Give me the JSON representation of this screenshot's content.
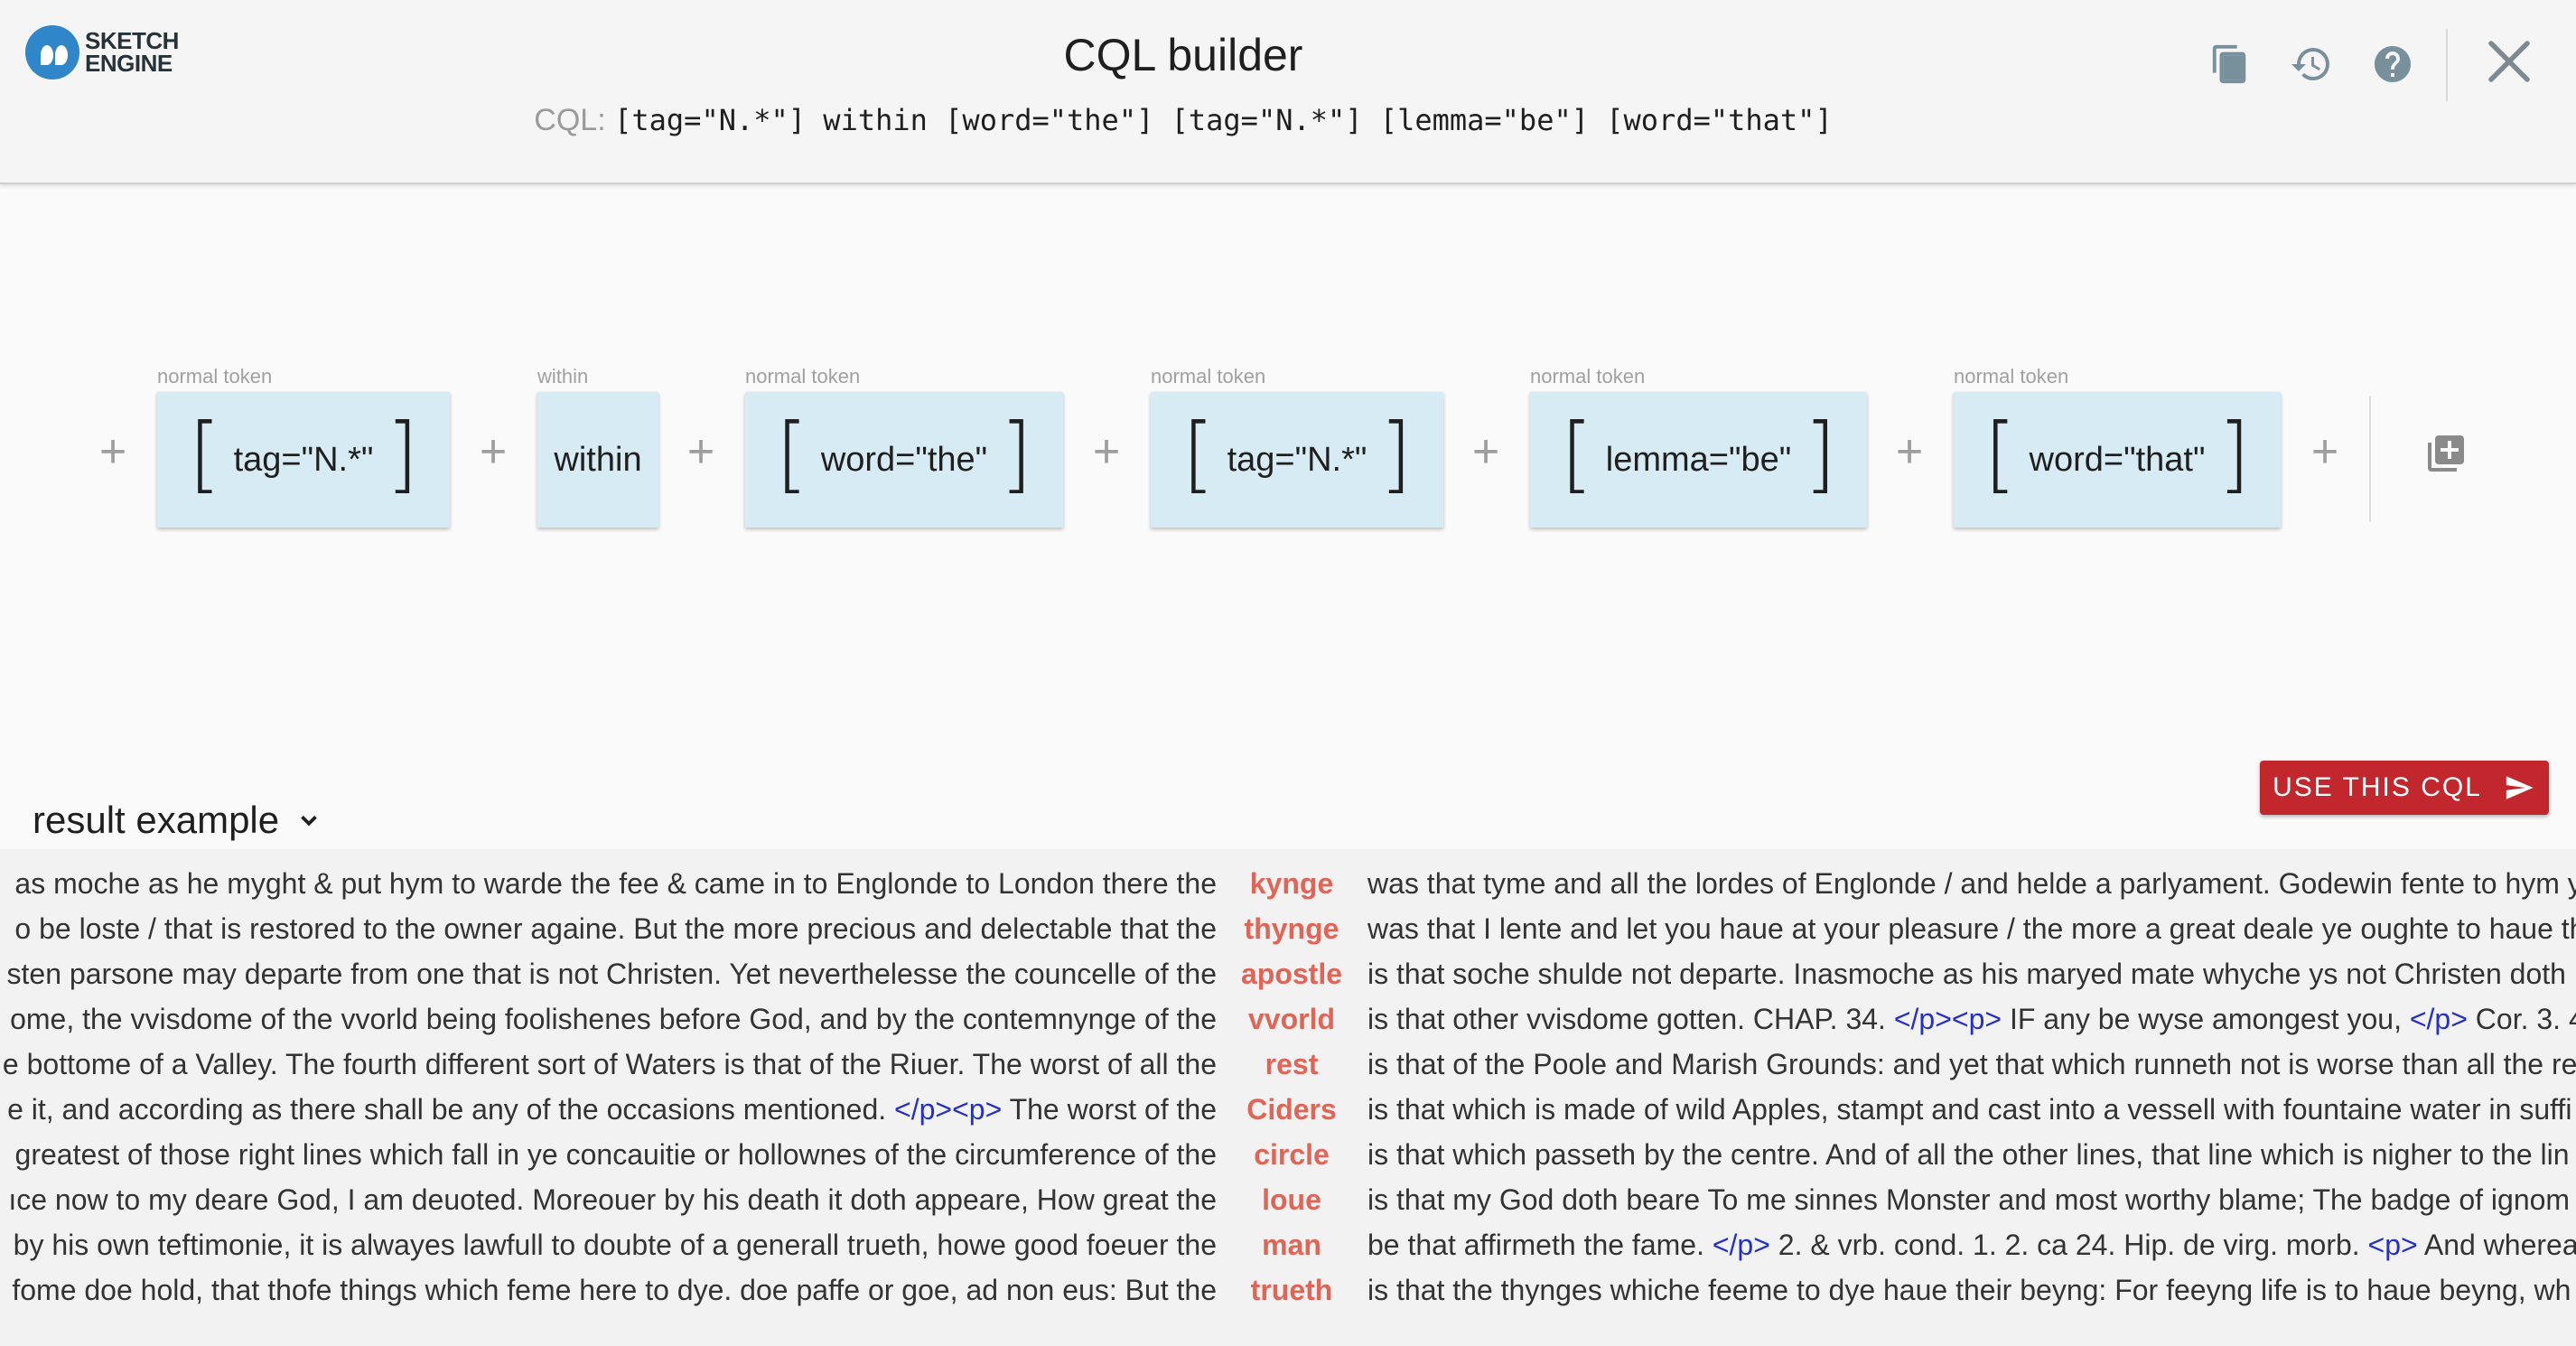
{
  "header": {
    "logo": [
      "SKETCH",
      "ENGINE"
    ],
    "title": "CQL builder",
    "cql_label": "CQL:",
    "cql_value": "[tag=\"N.*\"] within [word=\"the\"] [tag=\"N.*\"] [lemma=\"be\"] [word=\"that\"]",
    "icons": [
      "copy-icon",
      "history-icon",
      "help-icon",
      "close-icon"
    ]
  },
  "builder": {
    "plus_symbol": "+",
    "tokens": [
      {
        "type": "normal token",
        "value": "tag=\"N.*\"",
        "bracketed": true
      },
      {
        "type": "within",
        "value": "within",
        "bracketed": false
      },
      {
        "type": "normal token",
        "value": "word=\"the\"",
        "bracketed": true
      },
      {
        "type": "normal token",
        "value": "tag=\"N.*\"",
        "bracketed": true
      },
      {
        "type": "normal token",
        "value": "lemma=\"be\"",
        "bracketed": true
      },
      {
        "type": "normal token",
        "value": "word=\"that\"",
        "bracketed": true
      }
    ],
    "bracket_open": "[",
    "bracket_close": "]"
  },
  "result": {
    "title": "result example",
    "use_button": "USE THIS CQL",
    "rows": [
      {
        "left": " as moche as he myght & put hym to warde the fee & came in to Englonde to London there the",
        "kwic": "kynge",
        "right": "was that tyme and all the lordes of Englonde / and helde a parlyament. Godewin fente to hym y"
      },
      {
        "left": "o be loste / that is restored to the owner againe. But the more precious and delectable that the",
        "kwic": "thynge",
        "right": "was that I lente and let you haue at your pleasure / the more a great deale ye oughte to haue th"
      },
      {
        "left": "sten parsone may departe from one that is not Christen. Yet neverthelesse the councelle of the",
        "kwic": "apostle",
        "right": "is that soche shulde not departe. Inasmoche as his maryed mate whyche ys not Christen doth"
      },
      {
        "left": "ome, the vvisdome of the vvorld being foolishenes before God, and by the contemnynge of the",
        "kwic": "vvorld",
        "right_parts": [
          {
            "t": "is that other vvisdome gotten. CHAP. 34. "
          },
          {
            "t": "</p><p>",
            "tag": true
          },
          {
            "t": " IF any be wyse amongest you, "
          },
          {
            "t": "</p>",
            "tag": true
          },
          {
            "t": " Cor. 3. 4"
          }
        ]
      },
      {
        "left": "e bottome of a Valley. The fourth different sort of Waters is that of the Riuer. The worst of all the",
        "kwic": "rest",
        "right": "is that of the Poole and Marish Grounds: and yet that which runneth not is worse than all the re"
      },
      {
        "left_parts": [
          {
            "t": "e it, and according as there shall be any of the occasions mentioned. "
          },
          {
            "t": "</p><p>",
            "tag": true
          },
          {
            "t": " The worst of the"
          }
        ],
        "kwic": "Ciders",
        "right": "is that which is made of wild Apples, stampt and cast into a vessell with fountaine water in suffi"
      },
      {
        "left": "greatest of those right lines which fall in ye concauitie or hollownes of the circumference of the",
        "kwic": "circle",
        "right": "is that which passeth by the centre. And of all the other lines, that line which is nigher to the lin"
      },
      {
        "left": "ıce now to my deare God, I am deuoted. Moreouer by his death it doth appeare, How great the",
        "kwic": "loue",
        "right": "is that my God doth beare To me sinnes Monster and most worthy blame; The badge of ignom"
      },
      {
        "left": "by his own teftimonie, it is alwayes lawfull to doubte of a generall trueth, howe good foeuer the",
        "kwic": "man",
        "right_parts": [
          {
            "t": "be that affirmeth the fame. "
          },
          {
            "t": "</p>",
            "tag": true
          },
          {
            "t": " 2. & vrb. cond. 1. 2. ca 24. Hip. de virg. morb. "
          },
          {
            "t": "<p>",
            "tag": true
          },
          {
            "t": " And wherea"
          }
        ]
      },
      {
        "left": "fome doe hold, that thofe things which feme here to dye. doe paffe or goe, ad non eus: But the",
        "kwic": "trueth",
        "right": "is that the thynges whiche feeme to dye haue their beyng: For feeyng life is to haue beyng, wh"
      }
    ]
  },
  "colors": {
    "token_bg": "#d6ebf3",
    "button_bg": "#c1272d",
    "kwic": "#e06557",
    "tag": "#2430c8",
    "logo": "#2f86c9"
  }
}
